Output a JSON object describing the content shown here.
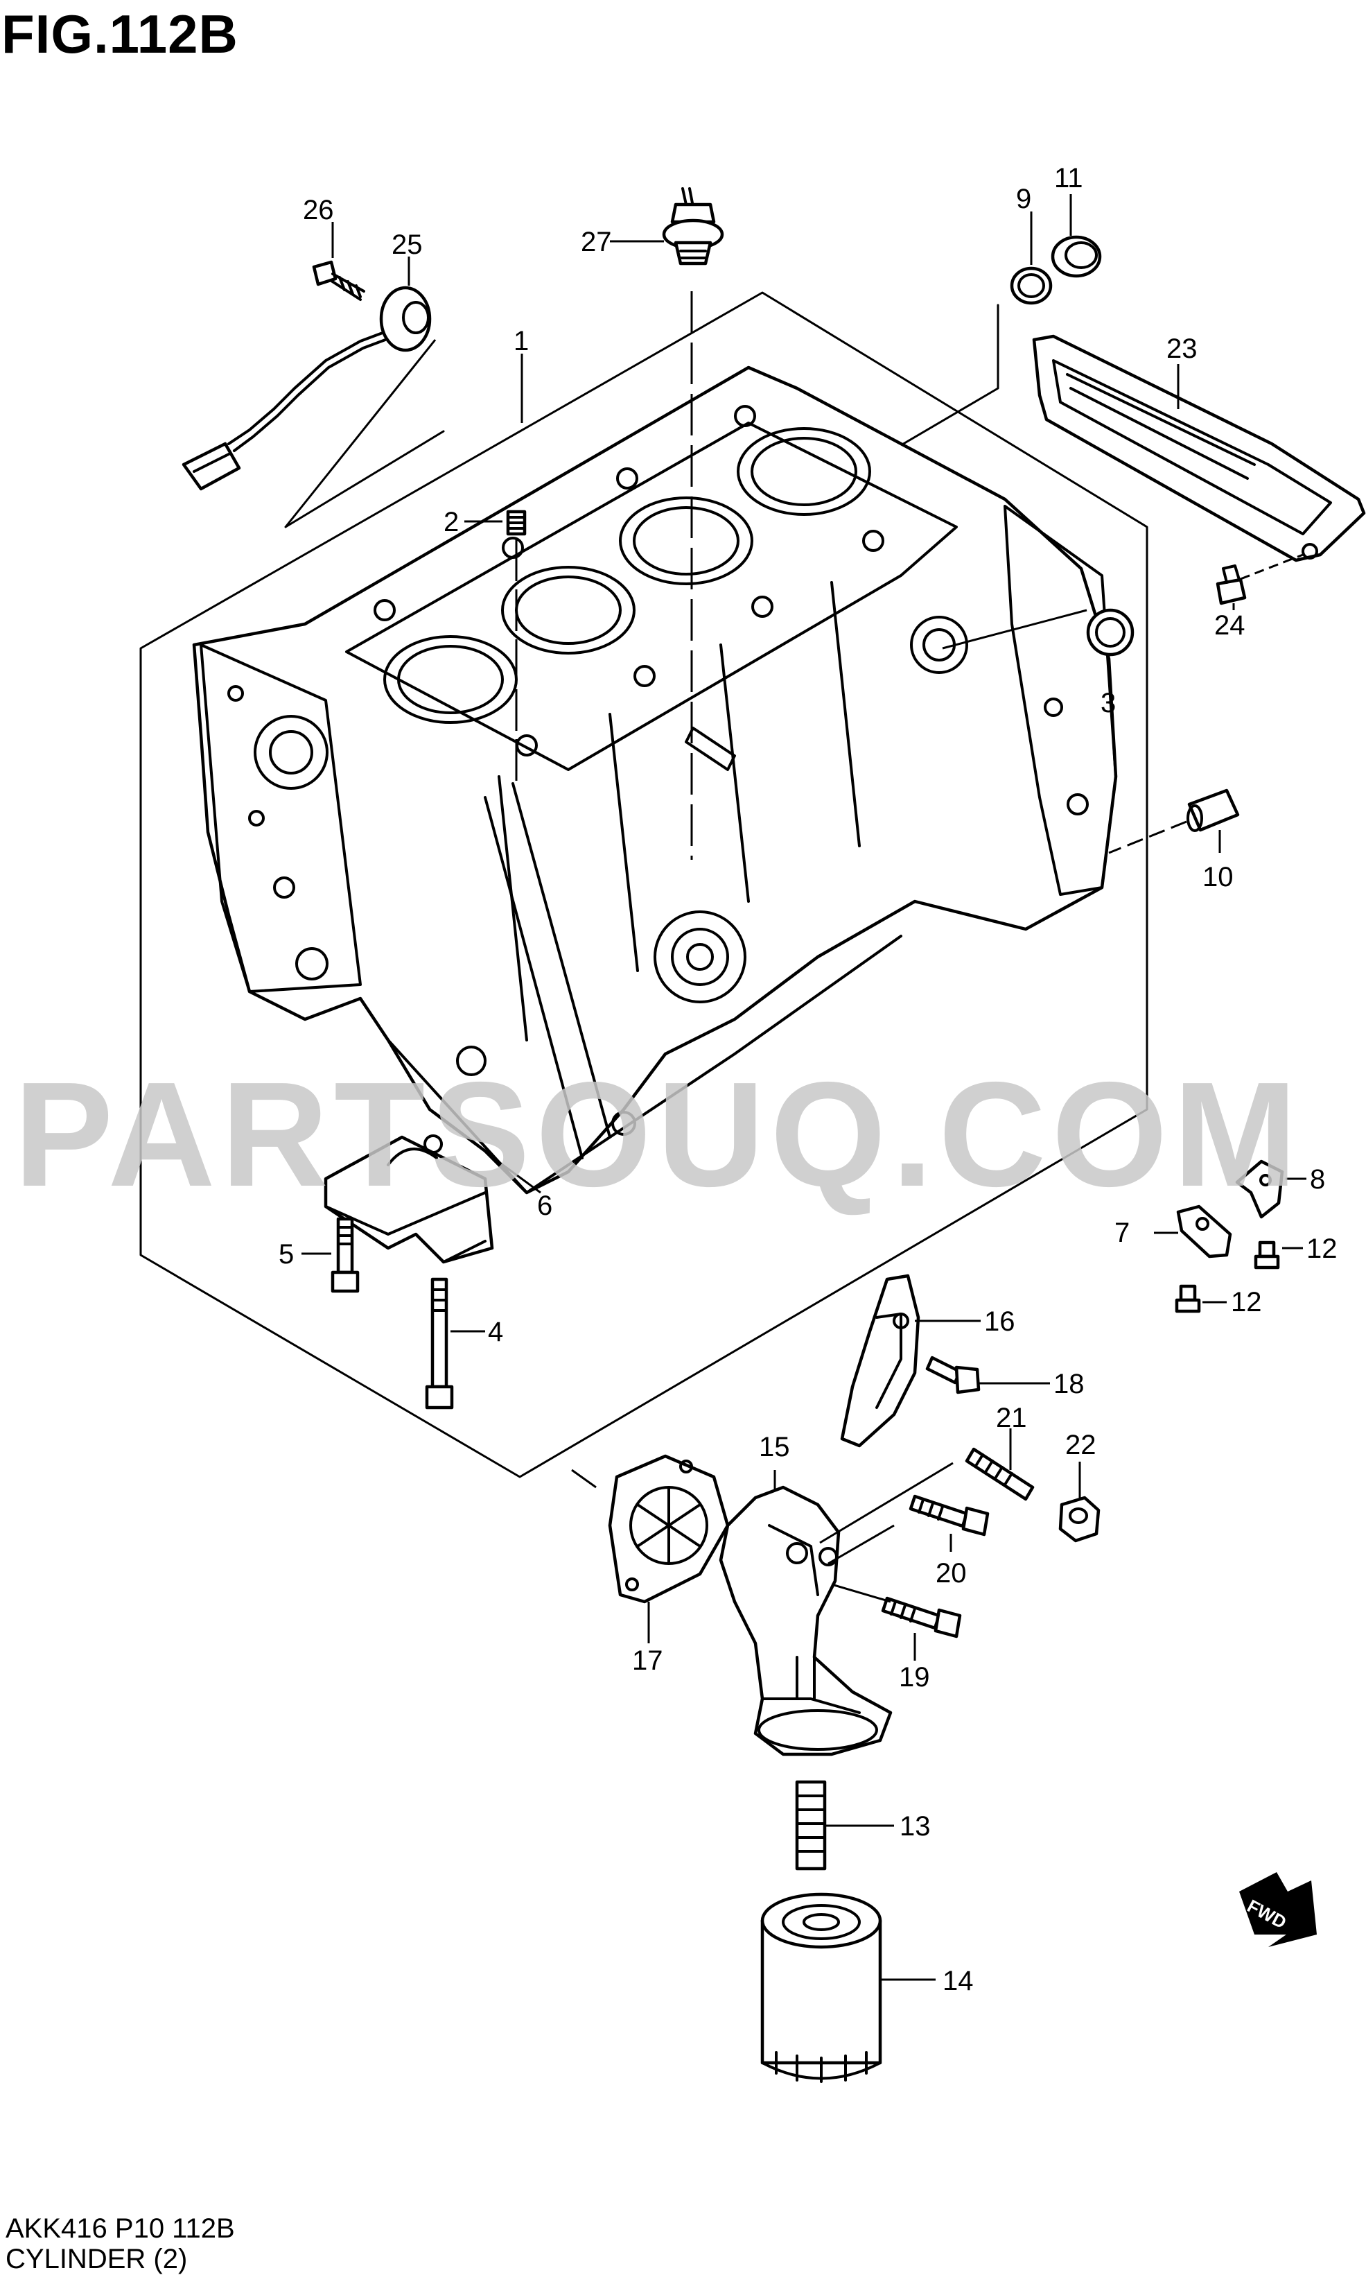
{
  "figure": {
    "title": "FIG.112B",
    "code": "AKK416 P10 112B",
    "name": "CYLINDER (2)",
    "watermark": "PARTSOUQ.COM",
    "direction_label": "FWD"
  },
  "callouts": [
    "1",
    "2",
    "3",
    "4",
    "5",
    "6",
    "7",
    "8",
    "9",
    "10",
    "11",
    "12",
    "12",
    "13",
    "14",
    "15",
    "16",
    "17",
    "18",
    "19",
    "20",
    "21",
    "22",
    "23",
    "24",
    "25",
    "26",
    "27"
  ],
  "colors": {
    "line": "#000000",
    "background": "#ffffff",
    "watermark": "#c8c8c8"
  }
}
